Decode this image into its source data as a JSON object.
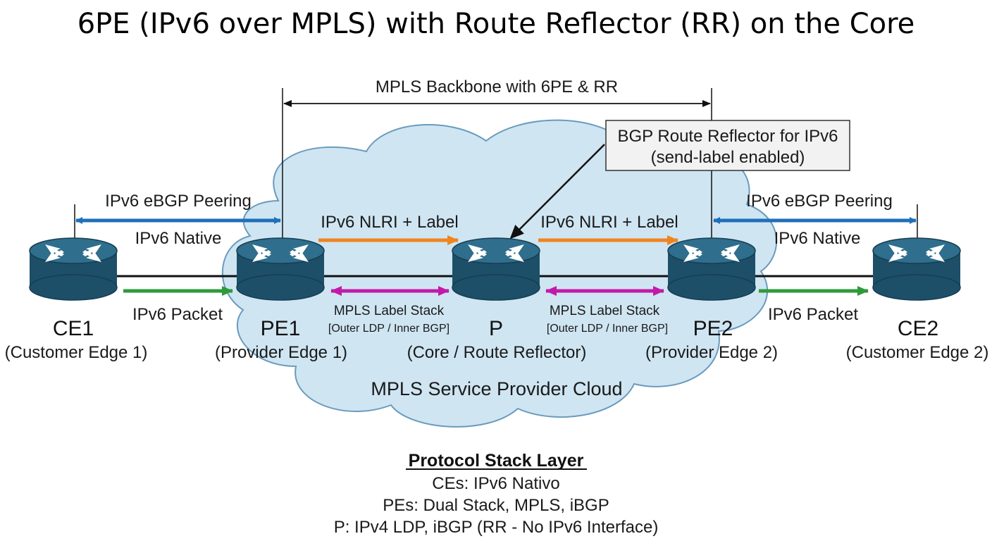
{
  "title": "6PE (IPv6 over MPLS) with Route Reflector (RR) on the Core",
  "backbone_label": "MPLS Backbone with 6PE & RR",
  "callout": {
    "line1": "BGP Route Reflector for IPv6",
    "line2": "(send-label enabled)"
  },
  "cloud_label": "MPLS Service Provider Cloud",
  "nodes": {
    "ce1": {
      "name": "CE1",
      "desc": "(Customer Edge 1)"
    },
    "pe1": {
      "name": "PE1",
      "desc": "(Provider Edge 1)"
    },
    "p": {
      "name": "P",
      "desc": "(Core / Route Reflector)"
    },
    "pe2": {
      "name": "PE2",
      "desc": "(Provider Edge 2)"
    },
    "ce2": {
      "name": "CE2",
      "desc": "(Customer Edge 2)"
    }
  },
  "links": {
    "left_peering": "IPv6 eBGP Peering",
    "left_native": "IPv6 Native",
    "left_packet": "IPv6 Packet",
    "nlri_left": "IPv6 NLRI + Label",
    "nlri_right": "IPv6 NLRI + Label",
    "stack_left": "MPLS Label Stack",
    "stack_left_sub": "[Outer LDP / Inner BGP]",
    "stack_right": "MPLS Label Stack",
    "stack_right_sub": "[Outer LDP / Inner BGP]",
    "right_peering": "IPv6 eBGP Peering",
    "right_native": "IPv6 Native",
    "right_packet": "IPv6 Packet"
  },
  "protocol_stack": {
    "title": "Protocol Stack Layer",
    "lines": [
      "CEs: IPv6 Nativo",
      "PEs: Dual Stack, MPLS, iBGP",
      "P: IPv4 LDP, iBGP (RR - No IPv6 Interface)"
    ]
  },
  "colors": {
    "cloud_fill": "#cfe5f2",
    "cloud_stroke": "#6a9bbd",
    "router_top": "#2f6e8c",
    "router_side": "#1d4f68",
    "peering_blue": "#1f6fba",
    "nlri_orange": "#f0841e",
    "packet_green": "#2e9a3a",
    "stack_magenta": "#c21aa8",
    "callout_fill": "#f2f2f2"
  },
  "icons": [
    "router-icon"
  ]
}
